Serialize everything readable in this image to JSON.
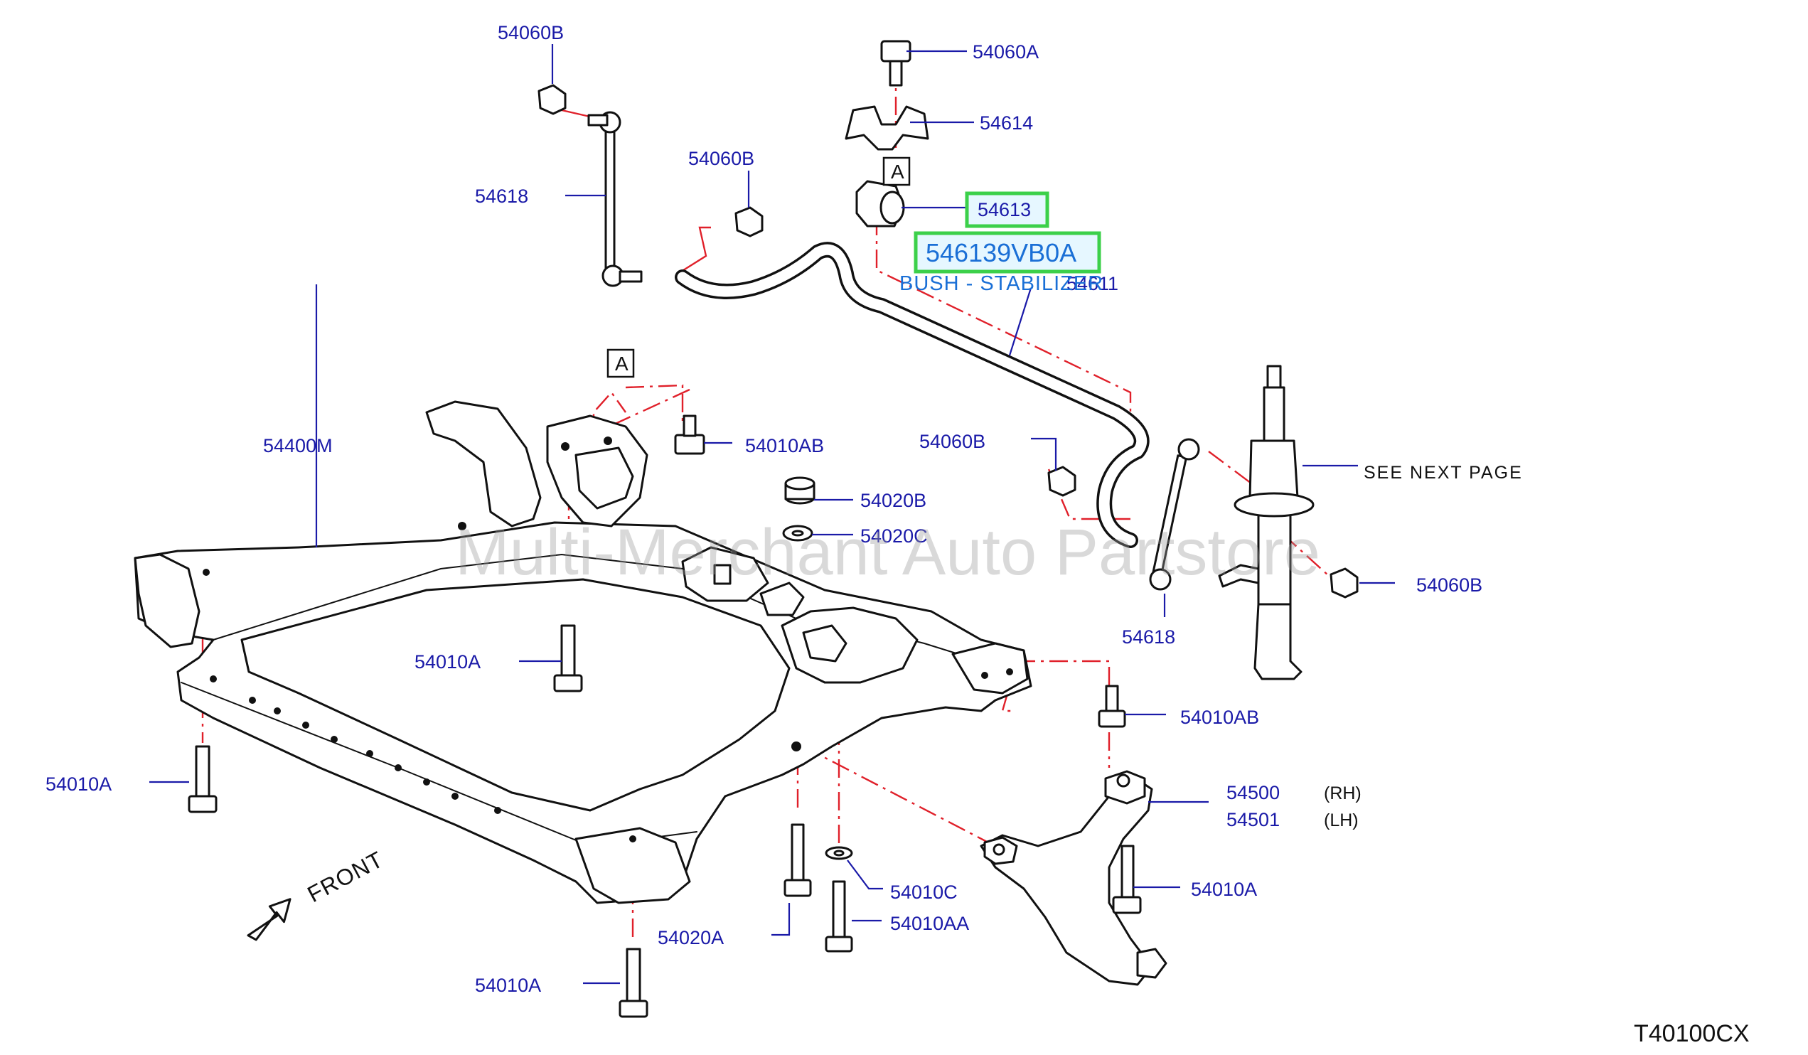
{
  "diagram_code": "T40100CX",
  "watermark": "Multi-Merchant Auto Partstore",
  "front_label": "FRONT",
  "see_next_page": "SEE   NEXT   PAGE",
  "ref_marker": "A",
  "highlight": {
    "part_number": "546139VB0A",
    "description": "BUSH - STABILIZER"
  },
  "callouts": {
    "c01": "54060B",
    "c02": "54060A",
    "c03": "54614",
    "c04": "54618",
    "c05": "54060B",
    "c06": "54613",
    "c07": "54611",
    "c08": "54400M",
    "c09": "54010AB",
    "c10": "54060B",
    "c11": "54020B",
    "c12": "54020C",
    "c13": "54060B",
    "c14": "54618",
    "c15": "54010A",
    "c16": "54010AB",
    "c17": "54010A",
    "c18": "54500",
    "c19": "54501",
    "c20": "54010A",
    "c21": "54010C",
    "c22": "54010AA",
    "c23": "54020A",
    "c24": "54010A"
  },
  "side_rh": "(RH)",
  "side_lh": "(LH)",
  "colors": {
    "callout": "#1a1aa8",
    "highlight_border": "#3cd04a",
    "highlight_text": "#1a6fd6",
    "dash_lines": "#e0202a"
  }
}
